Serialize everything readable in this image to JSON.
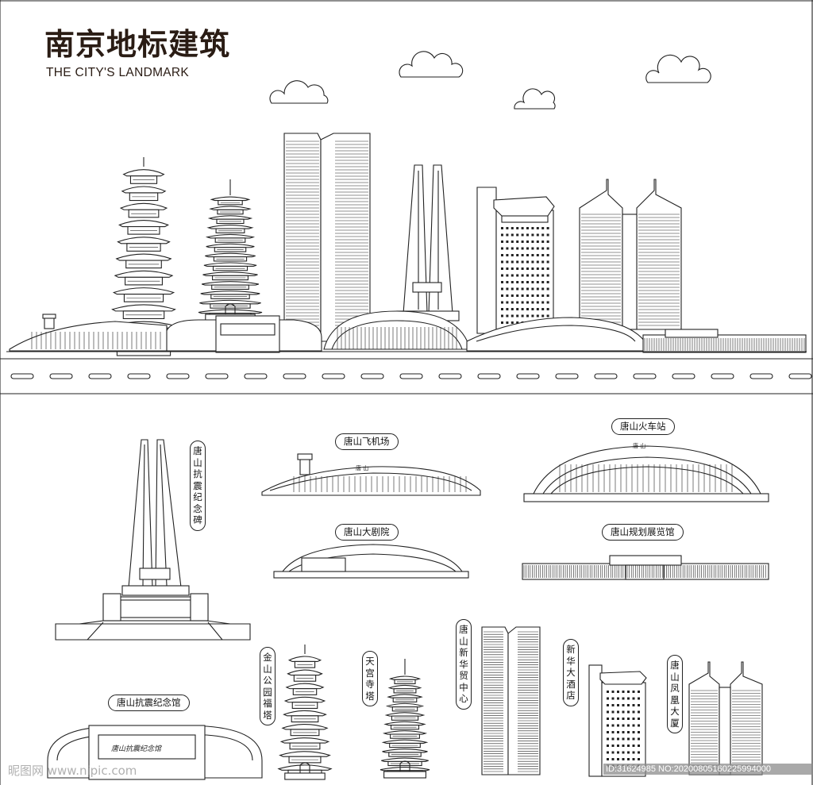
{
  "header": {
    "title": "南京地标建筑",
    "subtitle": "THE CITY'S LANDMARK"
  },
  "labels": {
    "memorial": "唐山抗震纪念碑",
    "airport": "唐山飞机场",
    "station": "唐山火车站",
    "theater": "唐山大剧院",
    "planning": "唐山规划展览馆",
    "memorial_hall": "唐山抗震纪念馆",
    "fufu_tower": "金山公园福塔",
    "tiangong": "天宫寺塔",
    "xinhua_trade": "唐山新华贸中心",
    "xinhua_hotel": "新华大酒店",
    "phoenix": "唐山凤凰大厦"
  },
  "signs": {
    "tangshan": "唐 山",
    "hall_sign": "唐山抗震纪念馆"
  },
  "watermark": {
    "left": "昵图网 www.nipic.com",
    "right": "ID:31624985 NO:20200805160225994000"
  },
  "colors": {
    "title": "#2a1c14",
    "line": "#222222",
    "background": "#ffffff"
  }
}
